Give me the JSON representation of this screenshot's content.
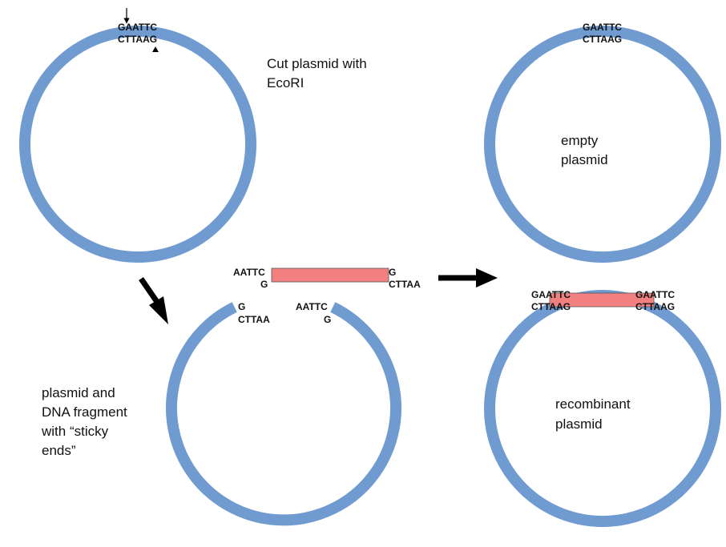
{
  "colors": {
    "plasmid_ring": "#6f9bd0",
    "dna_fragment": "#f28080",
    "arrow": "#000000",
    "text": "#111111"
  },
  "panel_cut_plasmid": {
    "top_strand": "GAATTC",
    "bottom_strand": "CTTAAG",
    "label_line1": "Cut plasmid with",
    "label_line2": "EcoRI"
  },
  "panel_empty_plasmid": {
    "top_strand": "GAATTC",
    "bottom_strand": "CTTAAG",
    "label_line1": "empty",
    "label_line2": "plasmid"
  },
  "dna_fragment": {
    "left_top": "AATTC",
    "left_bottom": "G",
    "right_top": "G",
    "right_bottom": "CTTAA"
  },
  "panel_sticky_ends": {
    "left_end_top": "G",
    "left_end_bottom": "CTTAA",
    "right_end_top": "AATTC",
    "right_end_bottom": "G",
    "label_lines": [
      "plasmid and",
      "DNA fragment",
      "with “sticky",
      "ends”"
    ]
  },
  "panel_recombinant": {
    "left_top": "GAATTC",
    "left_bottom": "CTTAAG",
    "right_top": "GAATTC",
    "right_bottom": "CTTAAG",
    "label_line1": "recombinant",
    "label_line2": "plasmid"
  }
}
